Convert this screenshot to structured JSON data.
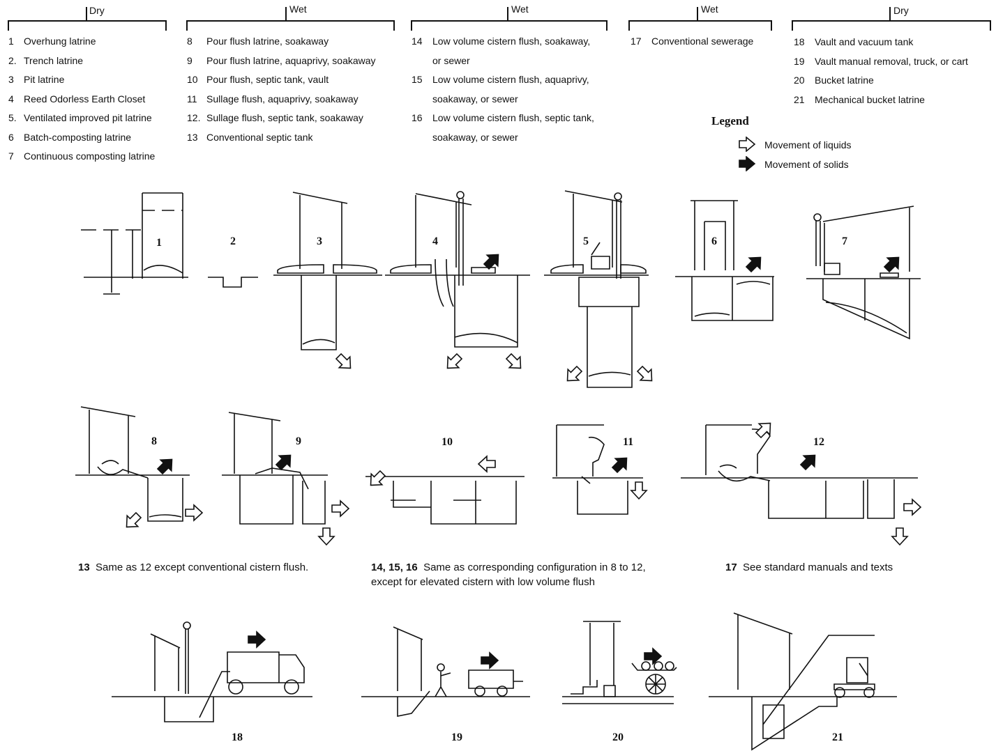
{
  "header_groups": [
    {
      "label": "Dry",
      "items": [
        {
          "num": "1",
          "text": "Overhung latrine"
        },
        {
          "num": "2.",
          "text": "Trench latrine"
        },
        {
          "num": "3",
          "text": "Pit latrine"
        },
        {
          "num": "4",
          "text": "Reed Odorless Earth Closet"
        },
        {
          "num": "5.",
          "text": "Ventilated improved pit latrine"
        },
        {
          "num": "6",
          "text": "Batch-composting latrine"
        },
        {
          "num": "7",
          "text": "Continuous composting latrine"
        }
      ]
    },
    {
      "label": "Wet",
      "items": [
        {
          "num": "8",
          "text": "Pour flush latrine, soakaway"
        },
        {
          "num": "9",
          "text": "Pour flush latrine, aquaprivy, soakaway"
        },
        {
          "num": "10",
          "text": "Pour flush, septic tank, vault"
        },
        {
          "num": "11",
          "text": "Sullage flush, aquaprivy, soakaway"
        },
        {
          "num": "12.",
          "text": "Sullage flush, septic tank, soakaway"
        },
        {
          "num": "13",
          "text": "Conventional septic tank"
        }
      ]
    },
    {
      "label": "Wet",
      "items": [
        {
          "num": "14",
          "text": "Low volume cistern flush, soakaway,"
        },
        {
          "num": "",
          "text": "or sewer"
        },
        {
          "num": "15",
          "text": "Low volume cistern flush, aquaprivy,"
        },
        {
          "num": "",
          "text": "soakaway, or sewer"
        },
        {
          "num": "16",
          "text": "Low volume cistern flush, septic tank,"
        },
        {
          "num": "",
          "text": "soakaway, or sewer"
        }
      ]
    },
    {
      "label": "Wet",
      "items": [
        {
          "num": "17",
          "text": "Conventional sewerage"
        }
      ]
    },
    {
      "label": "Dry",
      "items": [
        {
          "num": "18",
          "text": "Vault and vacuum tank"
        },
        {
          "num": "19",
          "text": "Vault manual removal, truck, or cart"
        },
        {
          "num": "20",
          "text": "Bucket latrine"
        },
        {
          "num": "21",
          "text": "Mechanical bucket latrine"
        }
      ]
    }
  ],
  "legend": {
    "title": "Legend",
    "liquids": "Movement of liquids",
    "solids": "Movement of solids"
  },
  "captions": {
    "c13": {
      "num": "13",
      "text": "Same as 12 except conventional cistern flush."
    },
    "c14": {
      "num": "14, 15, 16",
      "text": "Same as corresponding configuration in 8 to 12,",
      "text2": "except for elevated cistern with low volume flush"
    },
    "c17": {
      "num": "17",
      "text": "See standard manuals and texts"
    }
  },
  "figure_numbers": [
    "1",
    "2",
    "3",
    "4",
    "5",
    "6",
    "7",
    "8",
    "9",
    "10",
    "11",
    "12",
    "18",
    "19",
    "20",
    "21"
  ]
}
